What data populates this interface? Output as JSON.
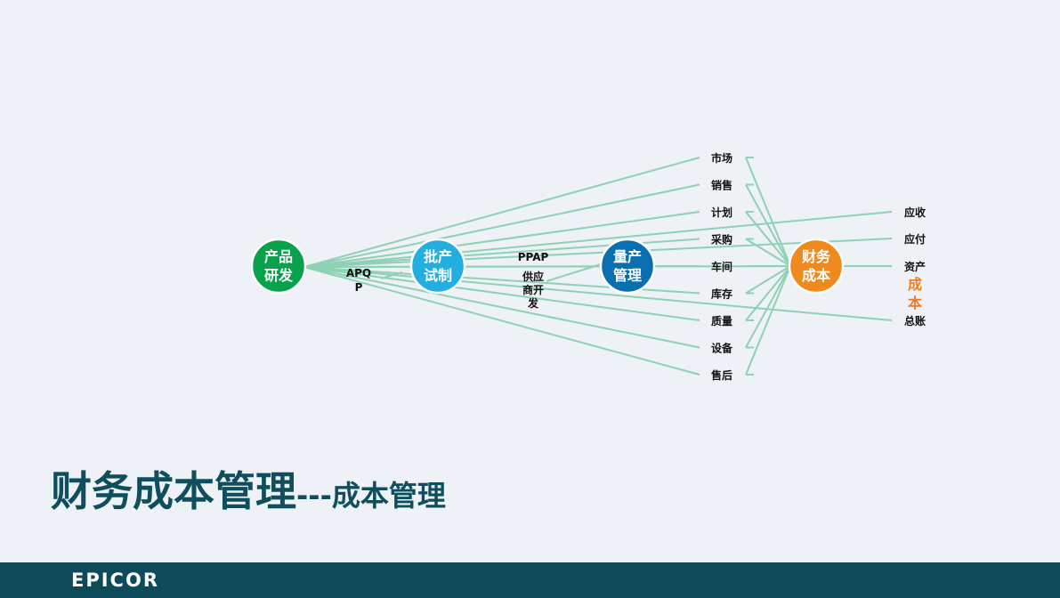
{
  "diagram": {
    "nodes": {
      "rd": {
        "label": [
          "产品",
          "研发"
        ],
        "color": "#0aa14c"
      },
      "trial": {
        "label": [
          "批产",
          "试制"
        ],
        "color": "#22afe0"
      },
      "mass": {
        "label": [
          "量产",
          "管理"
        ],
        "color": "#0a6fb0"
      },
      "finance": {
        "label": [
          "财务",
          "成本"
        ],
        "color": "#ef8a1f"
      }
    },
    "apqp": [
      "APQ",
      "P"
    ],
    "ppap": "PPAP",
    "supplier": [
      "供应",
      "商开",
      "发"
    ],
    "modules": [
      "市场",
      "销售",
      "计划",
      "采购",
      "车间",
      "库存",
      "质量",
      "设备",
      "售后"
    ],
    "finance_modules": [
      "应收",
      "应付",
      "资产",
      "总账"
    ],
    "cost_label": [
      "成",
      "本"
    ],
    "colors": {
      "line": "#8fd1b4",
      "cost": "#ef7d22"
    }
  },
  "title": {
    "main": "财务成本管理",
    "sub": "---成本管理"
  },
  "footer": {
    "logo": "EPICOR"
  }
}
